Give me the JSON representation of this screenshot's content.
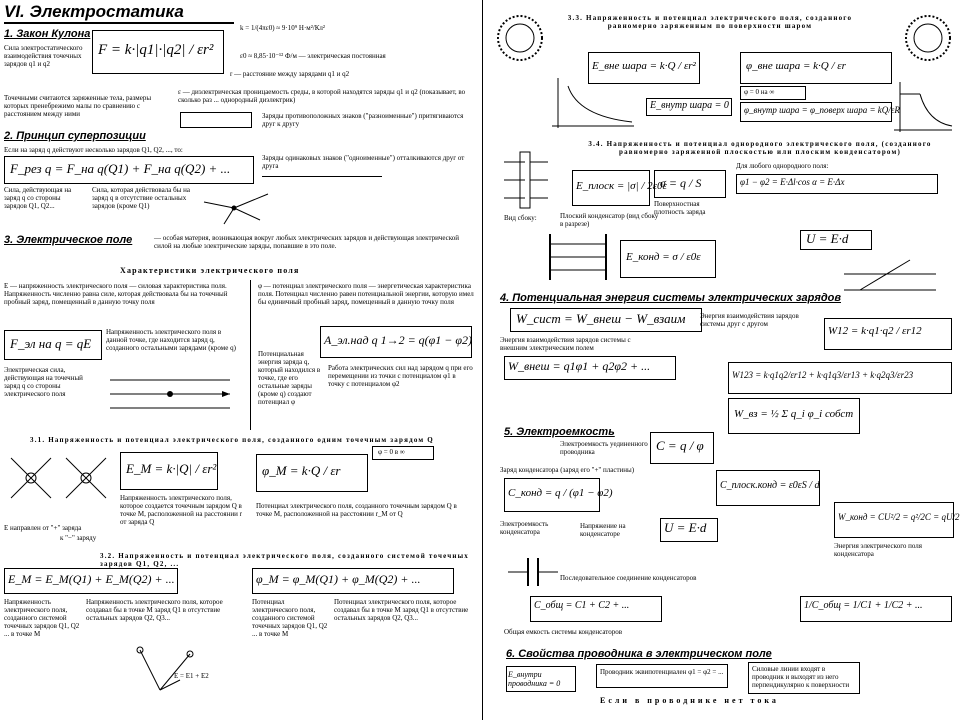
{
  "title": "VI. Электростатика",
  "left": {
    "s1": "1. Закон Кулона",
    "force_label": "Сила электростатического взаимодействия точечных зарядов q1 и q2",
    "coulomb_formula": "F = k·|q1|·|q2| / εr²",
    "k_const": "k = 1/(4πε0) ≈ 9·10⁹ Н·м²/Кл²",
    "eps0": "ε0 ≈ 8,85·10⁻¹² Ф/м — электрическая постоянная",
    "r_note": "r — расстояние между зарядами q1 и q2",
    "point_note": "Точечными считаются заряженные тела, размеры которых пренебрежимо малы по сравнению с расстоянием между ними",
    "eps_note": "ε — диэлектрическая проницаемость среды, в которой находятся заряды q1 и q2 (показывает, во сколько раз ... однородный диэлектрик)",
    "law_conserv": "Заряды противоположных знаков (\"разноименные\") притягиваются друг к другу",
    "s2": "2. Принцип суперпозиции",
    "super_intro": "Если на заряд q действуют несколько зарядов Q1, Q2, ..., то:",
    "super_formula": "F_рез q = F_на q(Q1) + F_на q(Q2) + ...",
    "super_note1": "Сила, действующая на заряд q со стороны зарядов Q1, Q2...",
    "super_note2": "Сила, которая действовала бы на заряд q в отсутствие остальных зарядов (кроме Q1)",
    "like_charges": "Заряды одинаковых знаков (\"одноименные\") отталкиваются друг от друга",
    "s3": "3. Электрическое поле",
    "field_def": "— особая материя, возникающая вокруг любых электрических зарядов и действующая электрической силой на любые электрические заряды, попавшие в это поле.",
    "char_hdr": "Характеристики электрического поля",
    "e_def": "E — напряженность электрического поля — силовая характеристика поля. Напряженность численно равна силе, которая действовала бы на точечный пробный заряд, помещенный в данную точку поля",
    "phi_def": "φ — потенциал электрического поля — энергетическая характеристика поля. Потенциал численно равен потенциальной энергии, которую имел бы единичный пробный заряд, помещенный в данную точку поля",
    "f_eq": "F_эл на q = qE",
    "w_eq": "A_эл.над q 1→2 = q(φ1 − φ2)",
    "e_note": "Напряженность электрического поля в данной точке, где находится заряд q, созданного остальными зарядами (кроме q)",
    "e_force": "Электрическая сила, действующая на точечный заряд q со стороны электрического поля",
    "pot_energy": "Потенциальная энергия заряда q, который находился в точке, где его остальные заряды (кроме q) создают потенциал φ",
    "work_note": "Работа электрических сил над зарядом q при его перемещении из точки с потенциалом φ1 в точку с потенциалом φ2",
    "s31": "3.1. Напряженность и потенциал электрического поля, созданного одним точечным зарядом Q",
    "em_formula": "E_M = k·|Q| / εr²",
    "phi_formula": "φ_M = k·Q / εr",
    "phi_inf": "φ = 0 в ∞",
    "em_note": "Напряженность электрического поля, которое создается точечным зарядом Q в точке M, расположенной на расстоянии r от заряда Q",
    "phi_note": "Потенциал электрического поля, созданного точечным зарядом Q в точке M, расположенной на расстоянии r_M от Q",
    "dir_plus": "E направлен от \"+\" заряда",
    "dir_minus": "к \"−\" заряду",
    "s32": "3.2. Напряженность и потенциал электрического поля, созданного системой точечных зарядов Q1, Q2, ...",
    "esum": "E_M = E_M(Q1) + E_M(Q2) + ...",
    "phisum": "φ_M = φ_M(Q1) + φ_M(Q2) + ...",
    "esum_note": "Напряженность электрического поля, созданного системой точечных зарядов Q1, Q2 ... в точке M",
    "esum_note2": "Напряженность электрического поля, которое создавал бы в точке M заряд Q1 в отсутствие остальных зарядов Q2, Q3...",
    "phisum_note": "Потенциал электрического поля, созданного системой точечных зарядов Q1, Q2 ... в точке M",
    "phisum_note2": "Потенциал электрического поля, которое создавал бы в точке M заряд Q1 в отсутствие остальных зарядов Q2, Q3...",
    "vec_sum": "E = E1 + E2"
  },
  "right": {
    "s33": "3.3. Напряженность и потенциал электрического поля, созданного равномерно заряженным по поверхности шаром",
    "e_out": "E_вне шара = k·Q / εr²",
    "phi_out": "φ_вне шара = k·Q / εr",
    "e_in": "E_внутр шара = 0",
    "phi_in": "φ_внутр шара = φ_поверх шара = kQ/εR",
    "phi_zero": "φ = 0 на ∞",
    "s34": "3.4. Напряженность и потенциал однородного электрического поля, (созданного равномерно заряженной плоскостью или плоским конденсатором)",
    "e_plane": "E_плоск = |σ| / 2ε0ε",
    "sigma": "σ = q / S",
    "e_cap": "E_конд = σ / ε0ε",
    "sigma_note": "Поверхностная плотность заряда",
    "side_view": "Вид сбоку:",
    "cap_label": "Плоский конденсатор (вид сбоку в разрезе)",
    "uniform": "Для любого однородного поля:",
    "delta_phi": "φ1 − φ2 = E·Δl·cos α = E·Δx",
    "u_ed": "U = E·d",
    "s4": "4. Потенциальная энергия системы электрических зарядов",
    "w_sys": "W_сист = W_внеш − W_взаим",
    "w_ext": "W_внеш = q1φ1 + q2φ2 + ...",
    "w12": "W12 = k·q1·q2 / εr12",
    "w123": "W123 = k·q1q2/εr12 + k·q1q3/εr13 + k·q2q3/εr23",
    "w_self": "W_вз = ½ Σ q_i φ_i собст",
    "ext_note": "Энергия взаимодействия зарядов системы с внешним электрическим полем",
    "int_note": "Энергия взаимодействия зарядов системы друг с другом",
    "s5": "5. Электроемкость",
    "cap_def": "Электроемкость уединенного проводника",
    "c_formula": "C = q / φ",
    "cap_charge": "Заряд конденсатора (заряд его \"+\" пластины)",
    "c_cond": "C_конд = q / (φ1 − φ2)",
    "c_flat": "C_плоск.конд = ε0εS / d",
    "cap_label2": "Электроемкость конденсатора",
    "voltage": "Напряжение на конденсаторе",
    "u_formula": "U = E·d",
    "energy_cap": "W_конд = CU²/2 = q²/2C = qU/2",
    "energy_label": "Энергия электрического поля конденсатора",
    "series": "Последовательное соединение конденсаторов",
    "parallel": "Общая емкость системы конденсаторов",
    "c_par": "C_общ = C1 + C2 + ...",
    "c_ser": "1/C_общ = 1/C1 + 1/C2 + ...",
    "s6": "6. Свойства проводника в электрическом поле",
    "prop1": "Проводник эквипотенциален φ1 = φ2 = ...",
    "prop2": "Силовые линии входят в проводник и выходят из него перпендикулярно к поверхности",
    "prop3": "Если в проводнике нет тока",
    "e_cond": "E_внутри проводника = 0"
  }
}
